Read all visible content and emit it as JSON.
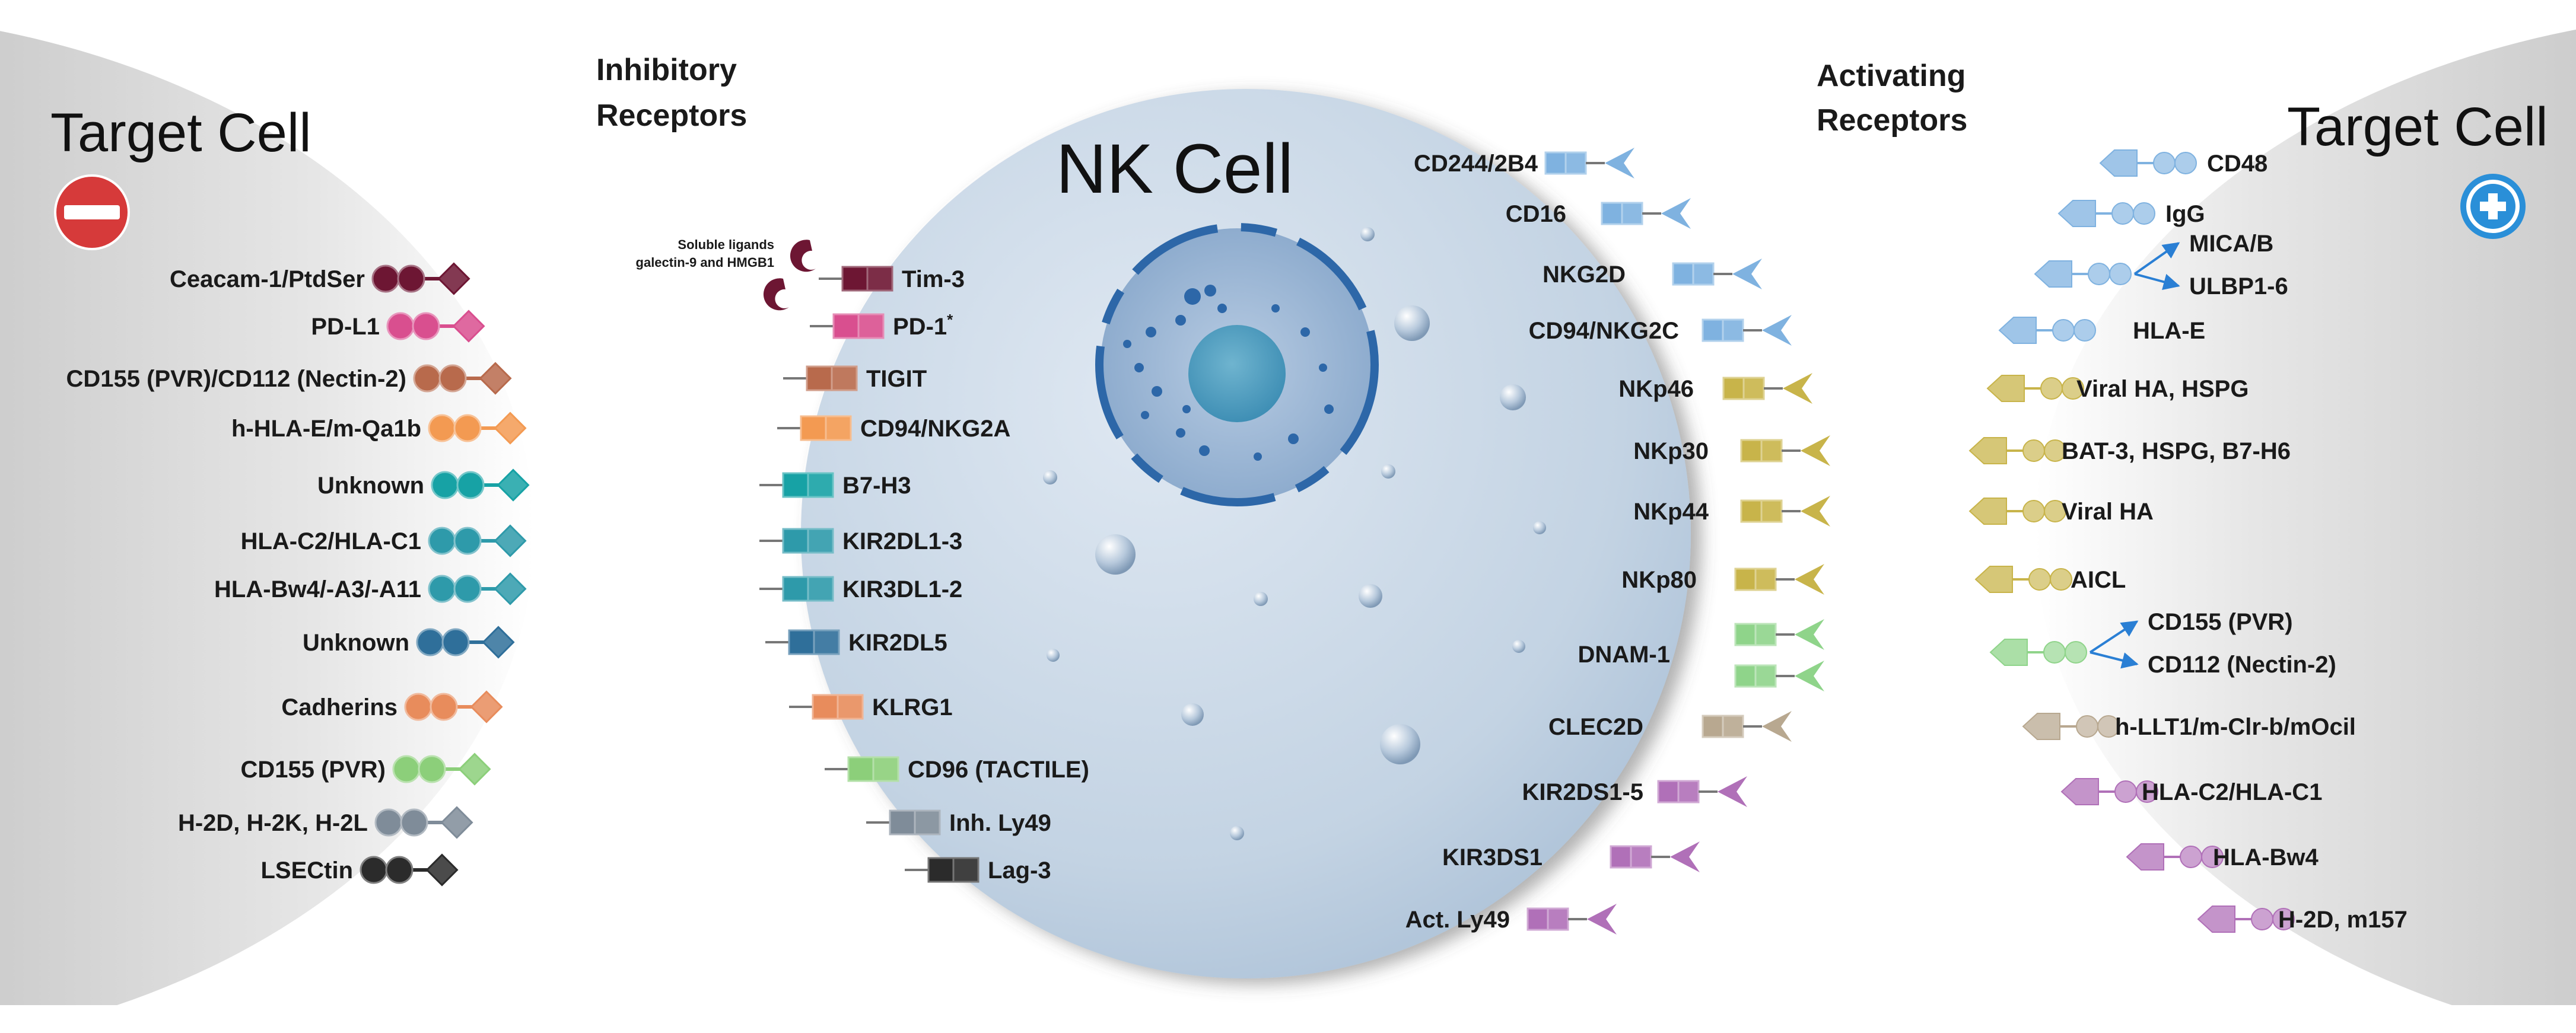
{
  "titles": {
    "left_target": "Target Cell",
    "right_target": "Target Cell",
    "nk": "NK Cell",
    "inhibitory": [
      "Inhibitory",
      "Receptors"
    ],
    "activating": [
      "Activating",
      "Receptors"
    ]
  },
  "soluble_note": [
    "Soluble ligands",
    "galectin-9 and HMGB1"
  ],
  "colors": {
    "nk_cell": "#c3d3e3",
    "nucleus_outer": "#8aa9cc",
    "nucleus_ring": "#2d67a8",
    "nucleus_inner": "#3f8fb5",
    "minus_sign": "#d63a3a",
    "plus_sign": "#2a8fd8",
    "arrows": "#2a7fd4"
  },
  "inhibitory_pairs": [
    {
      "ligand": "Ceacam-1/PtdSer",
      "receptor": "Tim-3",
      "receptor_sup": "",
      "color": "#6d1633"
    },
    {
      "ligand": "PD-L1",
      "receptor": "PD-1",
      "receptor_sup": "*",
      "color": "#d94f8f"
    },
    {
      "ligand": "CD155 (PVR)/CD112 (Nectin-2)",
      "receptor": "TIGIT",
      "receptor_sup": "",
      "color": "#b86a4c"
    },
    {
      "ligand": "h-HLA-E/m-Qa1b",
      "receptor": "CD94/NKG2A",
      "receptor_sup": "",
      "color": "#f39a52"
    },
    {
      "ligand": "Unknown",
      "receptor": "B7-H3",
      "receptor_sup": "",
      "color": "#17a2a5"
    },
    {
      "ligand": "HLA-C2/HLA-C1",
      "receptor": "KIR2DL1-3",
      "receptor_sup": "",
      "color": "#2e9aaa"
    },
    {
      "ligand": "HLA-Bw4/-A3/-A11",
      "receptor": "KIR3DL1-2",
      "receptor_sup": "",
      "color": "#2e9aaa"
    },
    {
      "ligand": "Unknown",
      "receptor": "KIR2DL5",
      "receptor_sup": "",
      "color": "#2f6f9a"
    },
    {
      "ligand": "Cadherins",
      "receptor": "KLRG1",
      "receptor_sup": "",
      "color": "#e88c5c"
    },
    {
      "ligand": "CD155 (PVR)",
      "receptor": "CD96 (TACTILE)",
      "receptor_sup": "",
      "color": "#8ccf7a"
    },
    {
      "ligand": "H-2D, H-2K, H-2L",
      "receptor": "Inh. Ly49",
      "receptor_sup": "",
      "color": "#7f8c99"
    },
    {
      "ligand": "LSECtin",
      "receptor": "Lag-3",
      "receptor_sup": "",
      "color": "#2b2b2b"
    }
  ],
  "activating_pairs": [
    {
      "receptor": "CD244/2B4",
      "ligands": [
        "CD48"
      ],
      "color": "#7fb2e0"
    },
    {
      "receptor": "CD16",
      "ligands": [
        "IgG"
      ],
      "color": "#7fb2e0"
    },
    {
      "receptor": "NKG2D",
      "ligands": [
        "MICA/B",
        "ULBP1-6"
      ],
      "color": "#7fb2e0"
    },
    {
      "receptor": "CD94/NKG2C",
      "ligands": [
        "HLA-E"
      ],
      "color": "#7fb2e0"
    },
    {
      "receptor": "NKp46",
      "ligands": [
        "Viral HA, HSPG"
      ],
      "color": "#c8b44a"
    },
    {
      "receptor": "NKp30",
      "ligands": [
        "BAT-3, HSPG, B7-H6"
      ],
      "color": "#c8b44a"
    },
    {
      "receptor": "NKp44",
      "ligands": [
        "Viral HA"
      ],
      "color": "#c8b44a"
    },
    {
      "receptor": "NKp80",
      "ligands": [
        "AICL"
      ],
      "color": "#c8b44a"
    },
    {
      "receptor": "DNAM-1",
      "ligands": [
        "CD155 (PVR)",
        "CD112 (Nectin-2)"
      ],
      "color": "#8fd48a"
    },
    {
      "receptor": "CLEC2D",
      "ligands": [
        "h-LLT1/m-Clr-b/mOcil"
      ],
      "color": "#b8a890"
    },
    {
      "receptor": "KIR2DS1-5",
      "ligands": [
        "HLA-C2/HLA-C1"
      ],
      "color": "#b070b8"
    },
    {
      "receptor": "KIR3DS1",
      "ligands": [
        "HLA-Bw4"
      ],
      "color": "#b070b8"
    },
    {
      "receptor": "Act. Ly49",
      "ligands": [
        "H-2D, m157"
      ],
      "color": "#b070b8"
    }
  ]
}
